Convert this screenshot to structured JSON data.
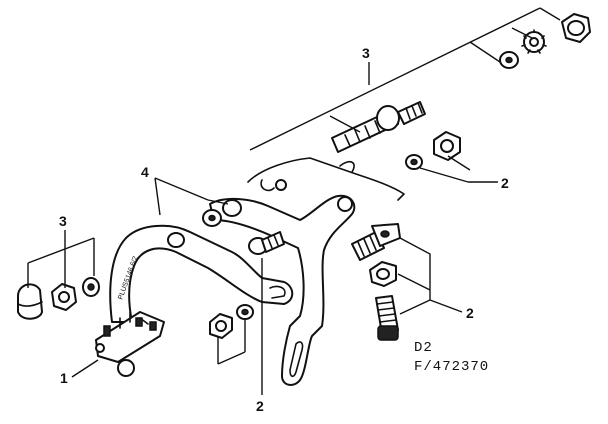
{
  "diagram": {
    "callouts": [
      {
        "id": "c1",
        "label": "1"
      },
      {
        "id": "c2a",
        "label": "2"
      },
      {
        "id": "c2b",
        "label": "2"
      },
      {
        "id": "c2c",
        "label": "2"
      },
      {
        "id": "c3a",
        "label": "3"
      },
      {
        "id": "c3b",
        "label": "3"
      },
      {
        "id": "c4",
        "label": "4"
      }
    ],
    "drawing_code_line1": "D2",
    "drawing_code_line2": "F/472370",
    "arm_marking": "PLUS5146 6/2"
  },
  "colors": {
    "ink": "#111111",
    "paper": "#ffffff"
  }
}
